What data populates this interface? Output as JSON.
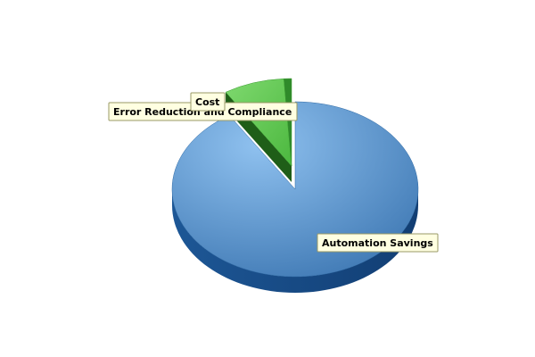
{
  "chart_data": {
    "type": "pie",
    "three_d": true,
    "title": "",
    "slices": [
      {
        "name": "Automation Savings",
        "value": 91,
        "color": "#3f7fc0",
        "label": "Automation Savings"
      },
      {
        "name": "Error Reduction and Compliance",
        "value": 8,
        "color": "#5bc64a",
        "label": "Error Reduction and Compliance"
      },
      {
        "name": "Cost",
        "value": 1,
        "color": "#2f8a2a",
        "label": "Cost"
      }
    ],
    "label_style": {
      "background": "#ffffe1",
      "border": "#999966"
    }
  }
}
